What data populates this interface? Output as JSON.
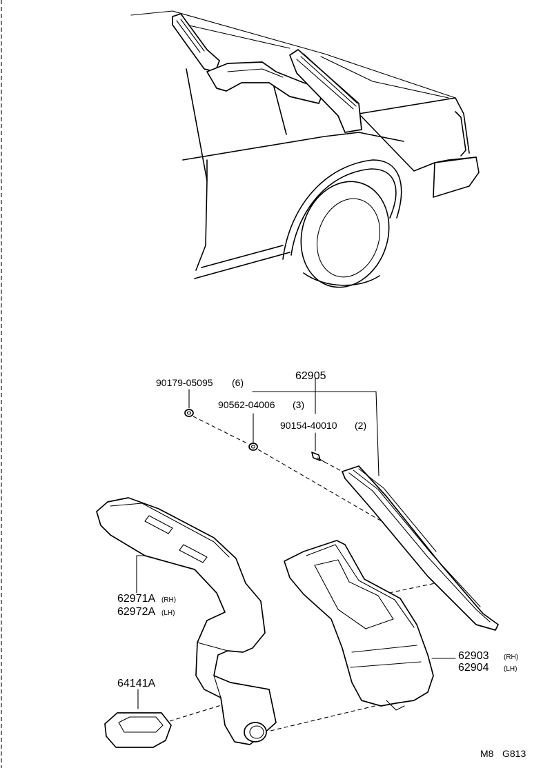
{
  "labels": {
    "p62905": "62905",
    "p90179": "90179-05095",
    "p90179_qty": "(6)",
    "p90562": "90562-04006",
    "p90562_qty": "(3)",
    "p90154": "90154-40010",
    "p90154_qty": "(2)",
    "p62971": "62971A",
    "p62971_side": "(RH)",
    "p62972": "62972A",
    "p62972_side": "(LH)",
    "p62903": "62903",
    "p62903_side": "(RH)",
    "p62904": "62904",
    "p62904_side": "(LH)",
    "p64141": "64141A"
  },
  "footer": {
    "code": "M8",
    "ref": "G813"
  }
}
